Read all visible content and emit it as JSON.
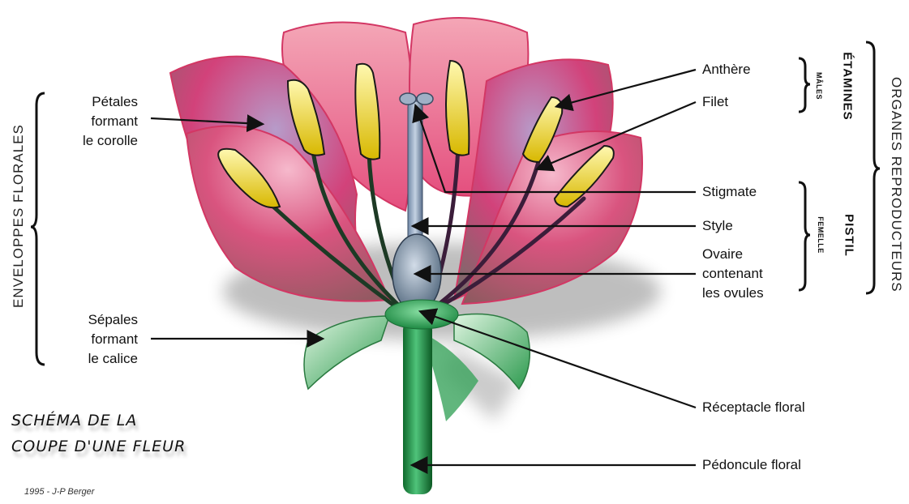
{
  "labels": {
    "petales": [
      "Pétales",
      "formant",
      "le corolle"
    ],
    "sepales": [
      "Sépales",
      "formant",
      "le calice"
    ],
    "anthere": "Anthère",
    "filet": "Filet",
    "stigmate": "Stigmate",
    "style": "Style",
    "ovaire": [
      "Ovaire",
      "contenant",
      "les ovules"
    ],
    "receptacle": "Réceptacle floral",
    "pedoncule": "Pédoncule floral"
  },
  "groups": {
    "enveloppes": "ENVELOPPES FLORALES",
    "organes": "ORGANES REPRODUCTEURS",
    "etamines": "ÉTAMINES",
    "etamines_sub": "MÂLES",
    "pistil": "PISTIL",
    "pistil_sub": "FEMELLE"
  },
  "title": [
    "SCHÉMA DE LA",
    "COUPE D'UNE FLEUR"
  ],
  "credit": "1995 - J-P Berger"
}
